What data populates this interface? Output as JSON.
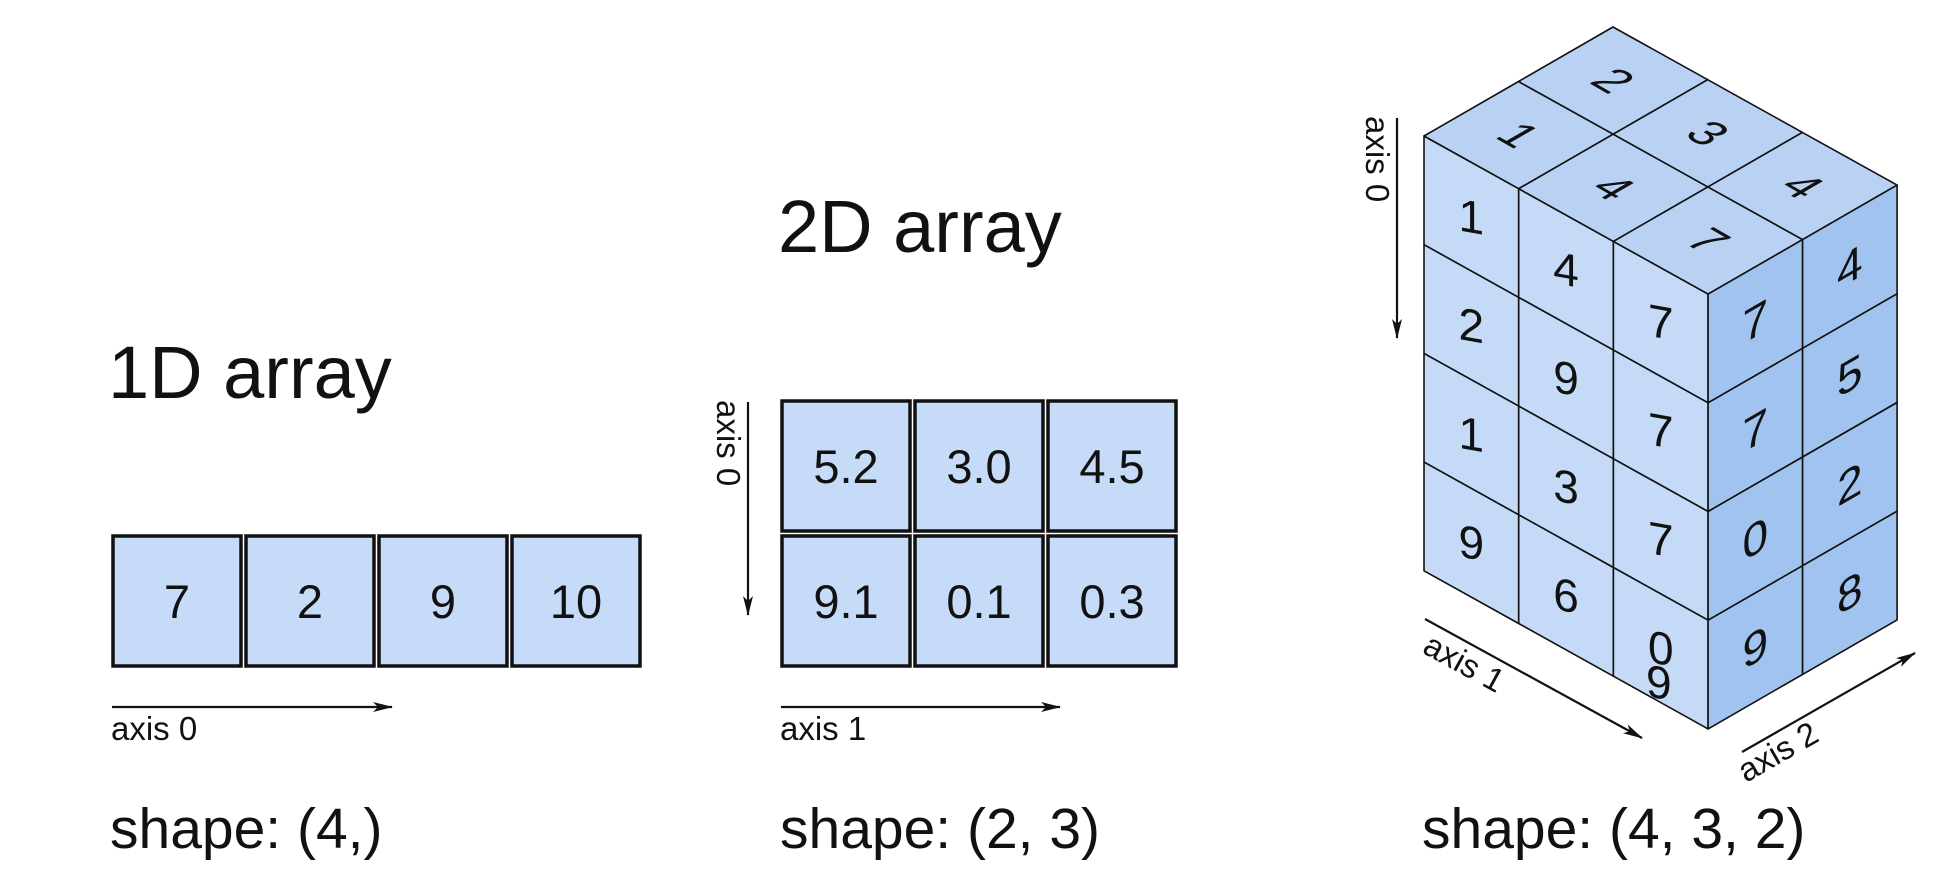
{
  "colors": {
    "cell_fill": "#c6dbf7",
    "front_face": "#c4daf6",
    "top_face": "#b9d2f4",
    "side_face": "#a1c3ef",
    "stroke": "#111111"
  },
  "array_1d": {
    "title": "1D array",
    "values": [
      "7",
      "2",
      "9",
      "10"
    ],
    "axis_label": "axis 0",
    "shape_label": "shape: (4,)"
  },
  "array_2d": {
    "title": "2D array",
    "rows": [
      [
        "5.2",
        "3.0",
        "4.5"
      ],
      [
        "9.1",
        "0.1",
        "0.3"
      ]
    ],
    "axis0_label": "axis 0",
    "axis1_label": "axis 1",
    "shape_label": "shape: (2, 3)"
  },
  "array_3d": {
    "front_face": [
      [
        "1",
        "4",
        "7"
      ],
      [
        "2",
        "9",
        "7"
      ],
      [
        "1",
        "3",
        "7"
      ],
      [
        "9",
        "6",
        "0"
      ],
      [
        "",
        "",
        "9"
      ]
    ],
    "top_face": [
      [
        "1",
        "2"
      ],
      [
        "4",
        "3"
      ],
      [
        "7",
        "4"
      ]
    ],
    "side_face": [
      [
        "7",
        "4"
      ],
      [
        "7",
        "5"
      ],
      [
        "0",
        "2"
      ],
      [
        "9",
        "8"
      ]
    ],
    "axis0_label": "axis 0",
    "axis1_label": "axis 1",
    "axis2_label": "axis 2",
    "shape_label": "shape: (4, 3, 2)"
  }
}
